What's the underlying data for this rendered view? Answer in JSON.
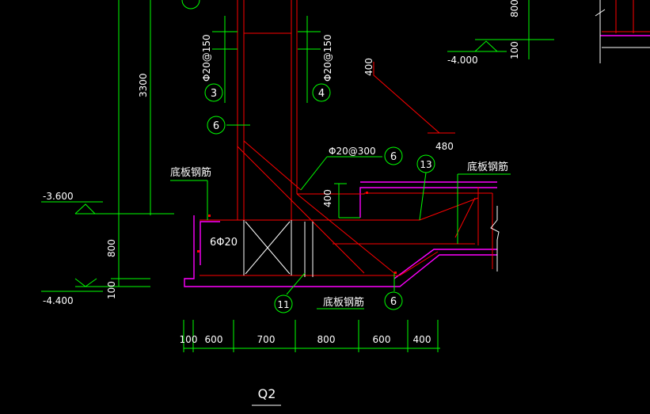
{
  "labels": {
    "dim_3300": "3300",
    "dim_800_left": "800",
    "dim_100_left": "100",
    "dim_800_right": "800",
    "dim_100_right": "100",
    "dim_400_top": "400",
    "dim_480": "480",
    "dim_400_mid": "400",
    "rebar_3": "Φ20@150",
    "rebar_4": "Φ20@150",
    "rebar_6_top": "Φ20@300",
    "rebar_6phi20": "6Φ20",
    "elev_neg3600": "-3.600",
    "elev_neg4400": "-4.400",
    "elev_neg4000": "-4.000",
    "bottom_bar_left": "底板钢筋",
    "bottom_bar_right": "底板钢筋",
    "bottom_bar_bottom": "底板钢筋",
    "section_title": "Q2"
  },
  "circles": {
    "c3": "3",
    "c4": "4",
    "c6_left": "6",
    "c6_top": "6",
    "c13": "13",
    "c11": "11",
    "c6_bottom": "6"
  },
  "bottom_dims": [
    "100",
    "600",
    "700",
    "800",
    "600",
    "400"
  ],
  "colors": {
    "background": "#000000",
    "dimension": "#00ff00",
    "rebar": "#ff0000",
    "outline": "#ff00ff",
    "text": "#ffffff"
  }
}
